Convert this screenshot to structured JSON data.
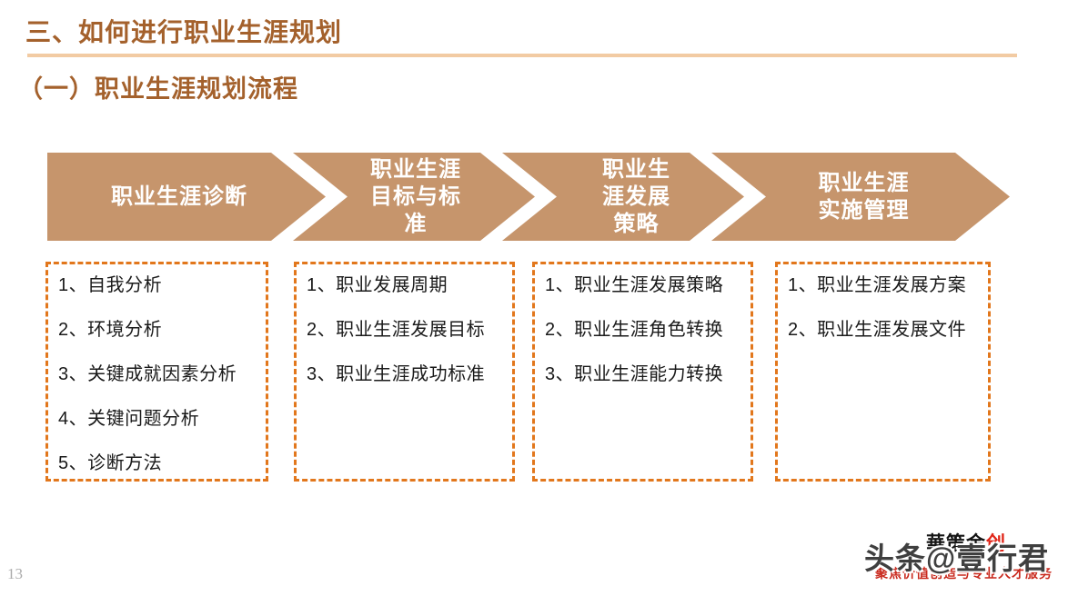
{
  "header": {
    "section_title": "三、如何进行职业生涯规划",
    "subtitle": "（一）职业生涯规划流程"
  },
  "colors": {
    "title_brown": "#A4612C",
    "underline_tan": "#F2CBA3",
    "arrow_fill": "#C6956C",
    "box_border_orange": "#E2771C",
    "body_text": "#1A1A1A",
    "logo_accent_red": "#E02518",
    "tagline_red": "#C9281C"
  },
  "process_steps": [
    {
      "label": "职业生涯诊断",
      "items": [
        "1、自我分析",
        "2、环境分析",
        "3、关键成就因素分析",
        "4、关键问题分析",
        "5、诊断方法"
      ]
    },
    {
      "label": "职业生涯\n目标与标\n准",
      "items": [
        "1、职业发展周期",
        "2、职业生涯发展目标",
        "3、职业生涯成功标准"
      ]
    },
    {
      "label": "职业生\n涯发展\n策略",
      "items": [
        "1、职业生涯发展策略",
        "2、职业生涯角色转换",
        "3、职业生涯能力转换"
      ]
    },
    {
      "label": "职业生涯\n实施管理",
      "items": [
        "1、职业生涯发展方案",
        "2、职业生涯发展文件"
      ]
    }
  ],
  "footer": {
    "page_number": "13",
    "watermark": "头条@壹行君",
    "logo_main": "華策金",
    "logo_accent": "创",
    "tagline": "聚焦价值创造与专业人才服务"
  }
}
